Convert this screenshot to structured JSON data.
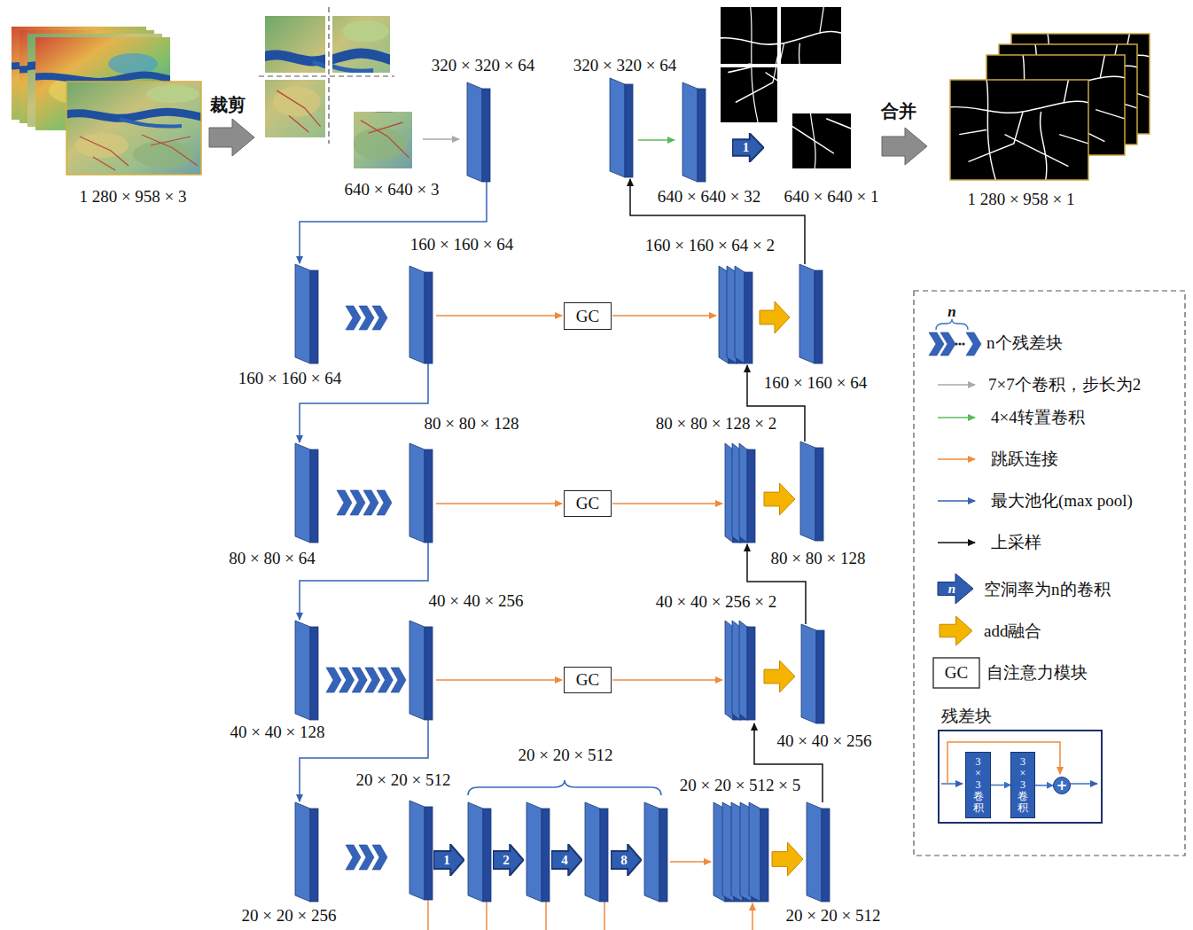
{
  "diagram": {
    "nodes": [
      {
        "text": [
          "1"
        ]
      },
      {
        "text": [
          "GC"
        ]
      },
      {
        "text": [
          "GC"
        ]
      },
      {
        "text": [
          "GC"
        ]
      },
      {
        "text": [
          "1"
        ]
      },
      {
        "text": [
          "2"
        ]
      },
      {
        "text": [
          "4"
        ]
      },
      {
        "text": [
          "8"
        ]
      },
      {
        "text": [
          "残差块"
        ]
      },
      {
        "text": [
          "3×3卷积"
        ],
        "in": 8
      },
      {
        "text": [
          "3×3卷积"
        ],
        "in": 8
      },
      {
        "text": [
          "+"
        ],
        "in": 8
      }
    ],
    "edges": [
      {
        "from": 9,
        "to": 10,
        "arrow": "to"
      },
      {
        "from": 10,
        "to": 11,
        "arrow": "to"
      }
    ],
    "labels": [
      "1 280 × 958 × 3",
      "裁剪",
      "640 × 640 × 3",
      "320 × 320 × 64",
      "320 × 320 × 64",
      "640 × 640 × 32",
      "640 × 640 × 1",
      "合并",
      "1 280 × 958 × 1",
      "160 × 160 × 64",
      "160 × 160 × 64",
      "160 × 160 × 64 × 2",
      "160 × 160 × 64",
      "80 × 80 × 128",
      "80 × 80 × 64",
      "80 × 80 × 128 × 2",
      "80 × 80 × 128",
      "40 × 40 × 256",
      "40 × 40 × 128",
      "40 × 40 × 256 × 2",
      "40 × 40 × 256",
      "20 × 20 × 512",
      "20 × 20 × 512",
      "20 × 20 × 512 × 5",
      "20 × 20 × 256",
      "20 × 20 × 512",
      "n",
      "n",
      "GC"
    ],
    "legend": [
      {
        "text": "n个残差块"
      },
      {
        "text": "7×7个卷积，步长为2"
      },
      {
        "text": "4×4转置卷积"
      },
      {
        "text": "跳跃连接"
      },
      {
        "text": "最大池化(max pool)"
      },
      {
        "text": "上采样"
      },
      {
        "text": "空洞率为n的卷积"
      },
      {
        "text": "add融合"
      },
      {
        "text": "自注意力模块"
      }
    ]
  }
}
